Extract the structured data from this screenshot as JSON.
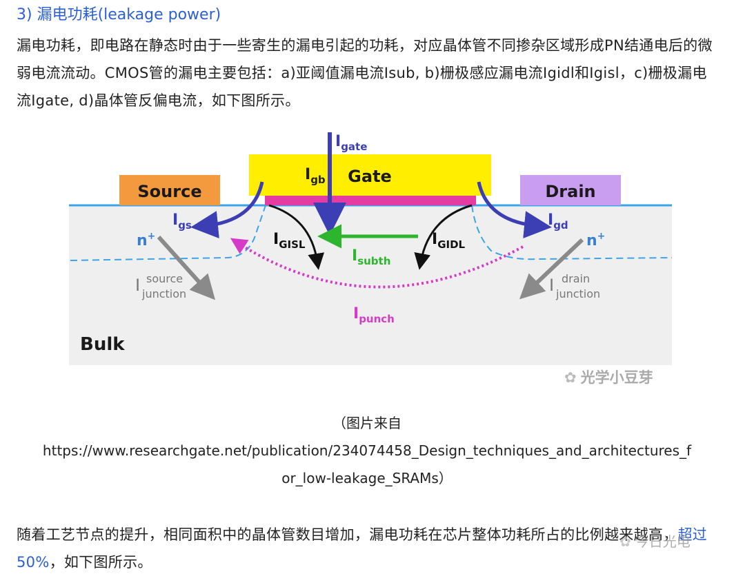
{
  "heading": "3) 漏电功耗(leakage power)",
  "para1": "漏电功耗，即电路在静态时由于一些寄生的漏电引起的功耗，对应晶体管不同掺杂区域形成PN结通电后的微弱电流流动。CMOS管的漏电主要包括：a)亚阈值漏电流Isub, b)栅极感应漏电流Igidl和Igisl，c)栅极漏电流Igate, d)晶体管反偏电流，如下图所示。",
  "diagram": {
    "source": "Source",
    "gate": "Gate",
    "drain": "Drain",
    "bulk": "Bulk",
    "n_left": "n",
    "n_right": "n",
    "plus": "+",
    "I": "I",
    "sub_gate": "gate",
    "sub_gb": "gb",
    "sub_gs": "gs",
    "sub_gd": "gd",
    "sub_gisl": "GISL",
    "sub_gidl": "GIDL",
    "sub_subth": "subth",
    "sub_punch": "punch",
    "source_junction_1": "source",
    "source_junction_2": "junction",
    "drain_junction_1": "drain",
    "drain_junction_2": "junction",
    "colors": {
      "gate": "#ffee00",
      "oxide": "#e43ca3",
      "source_drain_src": "#f49a3e",
      "drain": "#c99ef0",
      "substrate": "#efefef",
      "blue_arrow": "#3b3fb3",
      "green_arrow": "#2db52d",
      "magenta": "#d63ac8",
      "surface_line": "#3aa4e8"
    }
  },
  "watermark1": "光学小豆芽",
  "caption1": "（图片来自",
  "caption2": "https://www.researchgate.net/publication/234074458_Design_techniques_and_architectures_f",
  "caption3": "or_low-leakage_SRAMs）",
  "para2_before": "随着工艺节点的提升，相同面积中的晶体管数目增加，漏电功耗在芯片整体功耗所占的比例越来越高，",
  "para2_link": "超过50%",
  "para2_after": "，如下图所示。",
  "watermark2": "今日光电"
}
